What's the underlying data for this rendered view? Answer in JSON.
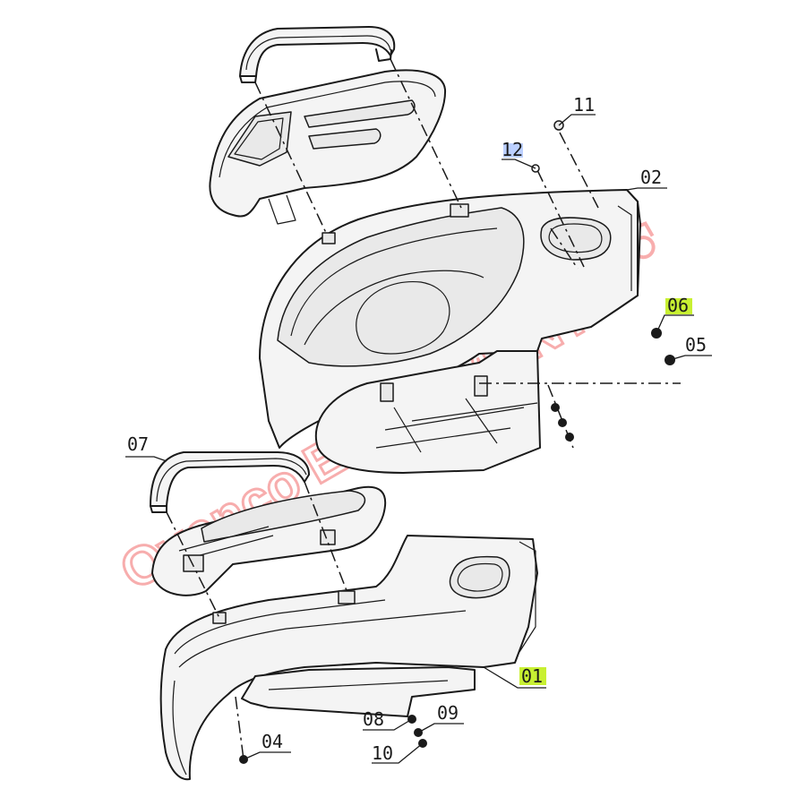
{
  "watermark": "Ovenco EQUIPMENT",
  "callouts": [
    {
      "id": "01",
      "text": "01",
      "highlight": "#c8f032"
    },
    {
      "id": "02",
      "text": "02"
    },
    {
      "id": "04",
      "text": "04"
    },
    {
      "id": "05",
      "text": "05"
    },
    {
      "id": "06",
      "text": "06",
      "highlight": "#c8f032"
    },
    {
      "id": "07",
      "text": "07"
    },
    {
      "id": "08",
      "text": "08"
    },
    {
      "id": "09",
      "text": "09"
    },
    {
      "id": "10",
      "text": "10"
    },
    {
      "id": "11",
      "text": "11"
    },
    {
      "id": "12",
      "text": "12",
      "highlight": "#8fb0ff"
    }
  ]
}
